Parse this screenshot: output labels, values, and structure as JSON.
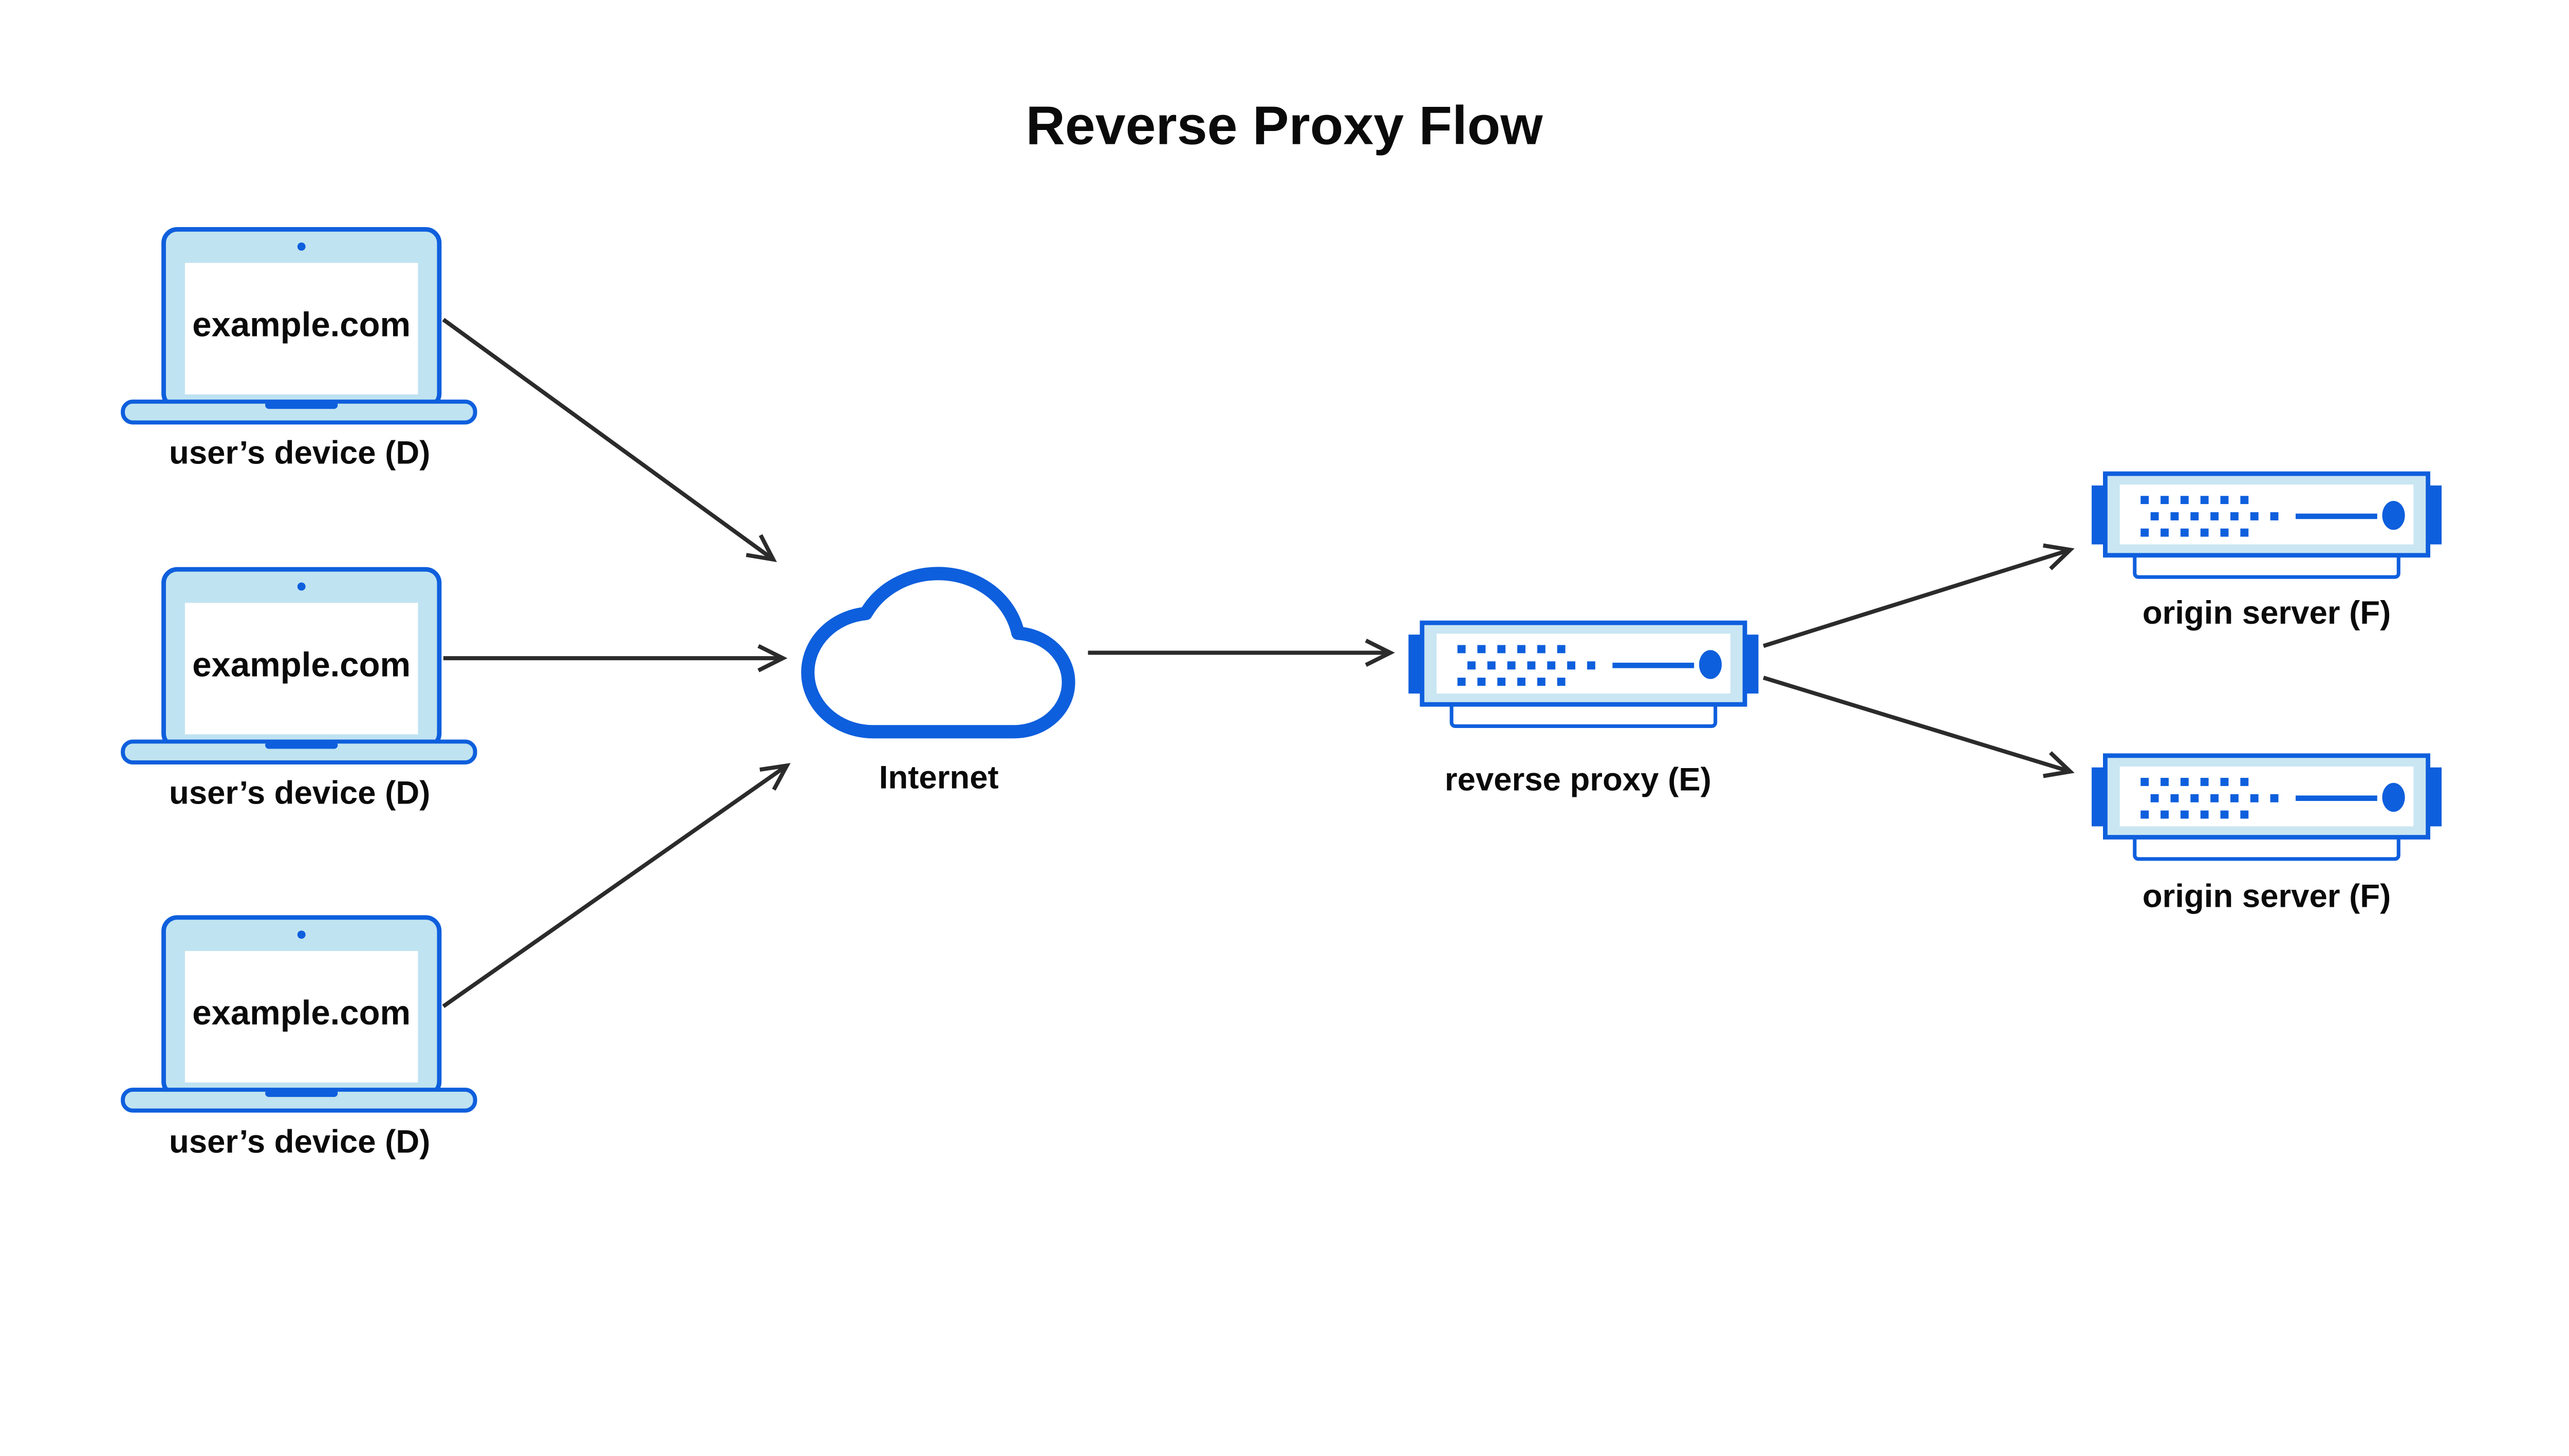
{
  "title": "Reverse Proxy Flow",
  "colors": {
    "blue": "#0E5FDD",
    "laptop_fill": "#BFE3F1",
    "server_fill": "#C9E6F2",
    "arrow": "#2B2B2B",
    "text": "#0A0A0A",
    "white": "#FFFFFF",
    "background": "#FFFFFF"
  },
  "devices": [
    {
      "screen_text": "example.com",
      "label": "user’s device (D)"
    },
    {
      "screen_text": "example.com",
      "label": "user’s device (D)"
    },
    {
      "screen_text": "example.com",
      "label": "user’s device (D)"
    }
  ],
  "internet": {
    "label": "Internet"
  },
  "reverse_proxy": {
    "label": "reverse proxy (E)"
  },
  "origin_servers": [
    {
      "label": "origin server (F)"
    },
    {
      "label": "origin server (F)"
    }
  ],
  "flows": [
    {
      "from": "user’s device (D)",
      "to": "Internet"
    },
    {
      "from": "user’s device (D)",
      "to": "Internet"
    },
    {
      "from": "user’s device (D)",
      "to": "Internet"
    },
    {
      "from": "Internet",
      "to": "reverse proxy (E)"
    },
    {
      "from": "reverse proxy (E)",
      "to": "origin server (F)"
    },
    {
      "from": "reverse proxy (E)",
      "to": "origin server (F)"
    }
  ]
}
